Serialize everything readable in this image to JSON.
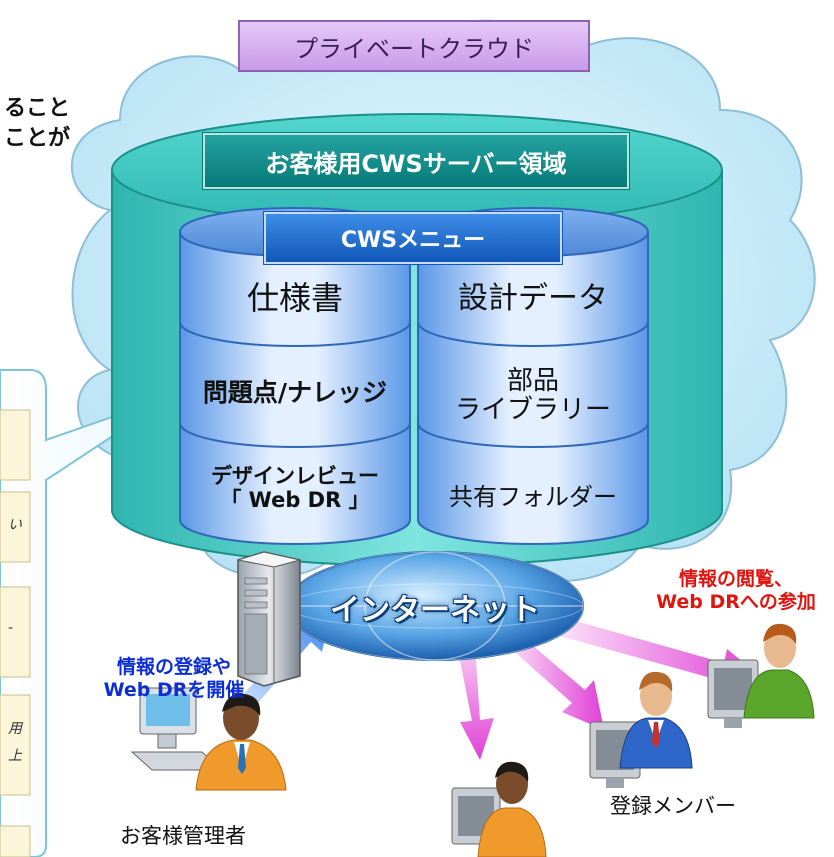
{
  "cloud": {
    "label": "プライベートクラウド"
  },
  "server_area": {
    "label": "お客様用CWSサーバー領域"
  },
  "menu": {
    "label": "CWSメニュー",
    "left_column": [
      "仕様書",
      "問題点/ナレッジ",
      "デザインレビュー\n「 Web DR 」"
    ],
    "right_column": [
      "設計データ",
      "部品\nライブラリー",
      "共有フォルダー"
    ]
  },
  "left_text": {
    "line1": "ること",
    "line2": "ことが"
  },
  "internet": {
    "label": "インターネット"
  },
  "annotations": {
    "register": "情報の登録や\nWeb DRを開催",
    "view": "情報の閲覧、\nWeb DRへの参加"
  },
  "people": {
    "admin": "お客様管理者",
    "members": "登録メンバー"
  },
  "side_panel": {
    "fragments": [
      "い",
      "-",
      "用",
      "上"
    ]
  },
  "colors": {
    "cloud_fill": "#cdeefa",
    "cylinder_teal": "#33c6c1",
    "cylinder_blue": "#4f8fe0",
    "arrow_magenta": "#e04bd8",
    "arrow_blue": "#4a8ff0",
    "note_red": "#e0150f",
    "note_blue": "#0c2ed4"
  },
  "icons": [
    "cloud-icon",
    "server-tower-icon",
    "globe-icon",
    "desktop-computer-icon",
    "person-icon",
    "arrow-icon"
  ]
}
